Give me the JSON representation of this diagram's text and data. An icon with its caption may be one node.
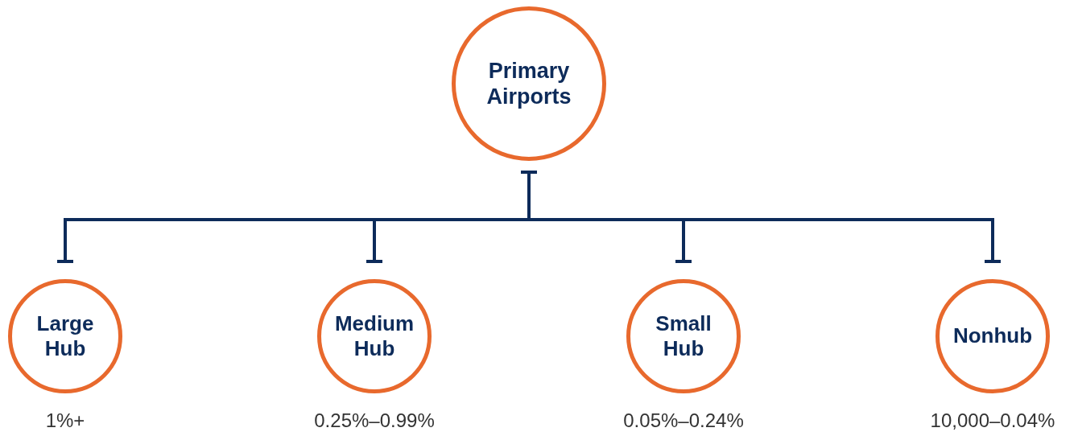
{
  "diagram": {
    "nodes": [
      {
        "text": [
          "Primary Airports"
        ]
      },
      {
        "text": [
          "Large Hub"
        ],
        "beside": [
          "1%+"
        ]
      },
      {
        "text": [
          "Medium Hub"
        ],
        "beside": [
          "0.25%–0.99%"
        ]
      },
      {
        "text": [
          "Small Hub"
        ],
        "beside": [
          "0.05%–0.24%"
        ]
      },
      {
        "text": [
          "Nonhub"
        ],
        "beside": [
          "10,000–0.04%"
        ]
      }
    ],
    "edges": [
      {
        "from": 0,
        "to": 1,
        "arrow": "other"
      },
      {
        "from": 0,
        "to": 2,
        "arrow": "other"
      },
      {
        "from": 0,
        "to": 3,
        "arrow": "other"
      },
      {
        "from": 0,
        "to": 4,
        "arrow": "other"
      }
    ]
  }
}
